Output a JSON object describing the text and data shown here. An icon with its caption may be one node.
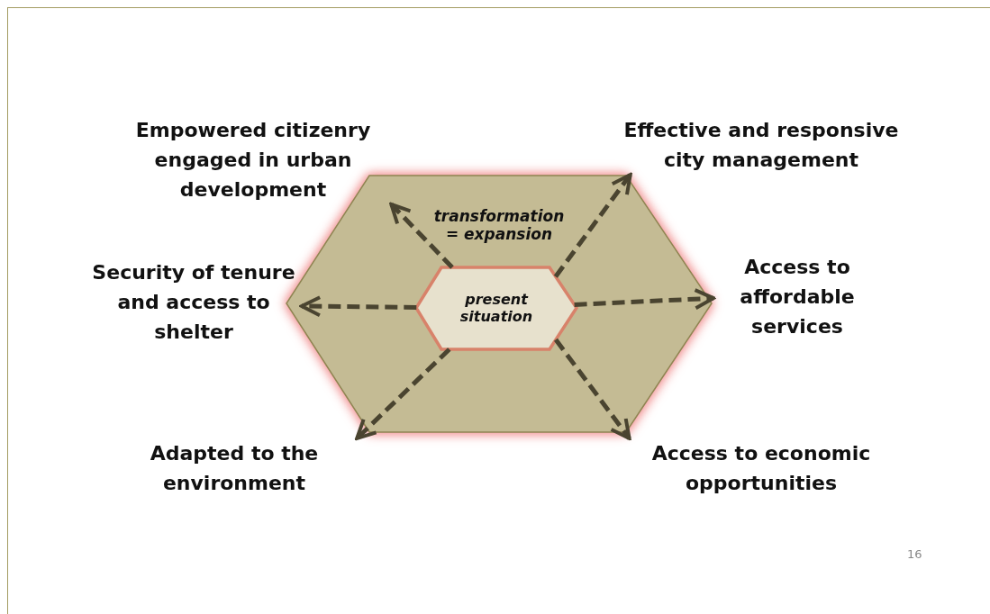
{
  "diagram": {
    "nodes": [
      {
        "text": [
          "transformation = expansion"
        ]
      },
      {
        "text": [
          "present situation"
        ],
        "in": 0
      },
      {
        "text": [
          "Empowered citizenry engaged in urban development"
        ]
      },
      {
        "text": [
          "Effective and responsive city management"
        ]
      },
      {
        "text": [
          "Security of tenure and access to shelter"
        ]
      },
      {
        "text": [
          "Access to affordable services"
        ]
      },
      {
        "text": [
          "Adapted to the environment"
        ]
      },
      {
        "text": [
          "Access to economic opportunities"
        ]
      }
    ],
    "edges": [
      {
        "from": 1,
        "to": 2,
        "arrow": "to",
        "style": "dashed"
      },
      {
        "from": 1,
        "to": 3,
        "arrow": "to",
        "style": "dashed"
      },
      {
        "from": 1,
        "to": 4,
        "arrow": "to",
        "style": "dashed"
      },
      {
        "from": 1,
        "to": 5,
        "arrow": "to",
        "style": "dashed"
      },
      {
        "from": 1,
        "to": 6,
        "arrow": "to",
        "style": "dashed"
      },
      {
        "from": 1,
        "to": 7,
        "arrow": "to",
        "style": "dashed"
      }
    ],
    "labels": [
      "16"
    ]
  }
}
